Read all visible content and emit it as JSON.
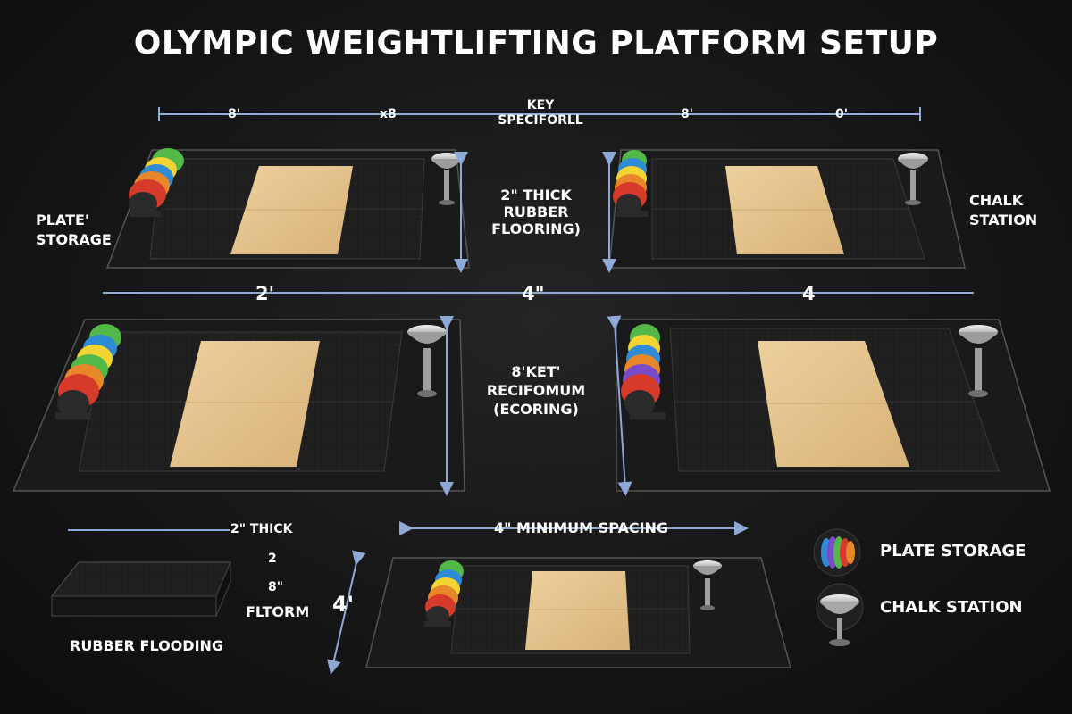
{
  "title": "OLYMPIC WEIGHTLIFTING PLATFORM SETUP",
  "top_dimension": {
    "labels": [
      "8'",
      "x8",
      "KEY",
      "SPECIFORLL",
      "8'",
      "0'"
    ]
  },
  "middle_dimension": {
    "labels": [
      "2'",
      "4\"",
      "4"
    ]
  },
  "side_labels": {
    "plate_storage_line1": "PLATE'",
    "plate_storage_line2": "STORAGE",
    "chalk_line1": "CHALK",
    "chalk_line2": "STATION"
  },
  "center_text_upper": [
    "2\" THICK",
    "RUBBER",
    "FLOORING)"
  ],
  "center_text_lower": [
    "8'KET'",
    "RECIFOMUM",
    "(ECORING)"
  ],
  "bottom_left": {
    "thick": "2\" THICK",
    "num": "2",
    "height": "8\"",
    "fltorm": "FLTORM",
    "rubber": "RUBBER FLOODING"
  },
  "bottom_center": {
    "spacing": "4\" MINIMUM SPACING",
    "depth": "4'"
  },
  "legend": [
    {
      "icon": "plate-storage-icon",
      "label": "PLATE STORAGE"
    },
    {
      "icon": "chalk-station-icon",
      "label": "CHALK STATION"
    }
  ],
  "colors": {
    "background": "#161616",
    "rubber": "#1e1e1e",
    "wood": "#e6c48f",
    "dimension_line": "#8fa8d6",
    "text": "#ffffff",
    "plates": [
      "#d63a2a",
      "#e8862a",
      "#f2d433",
      "#52b848",
      "#2f8bd6",
      "#7a4bc9"
    ]
  }
}
